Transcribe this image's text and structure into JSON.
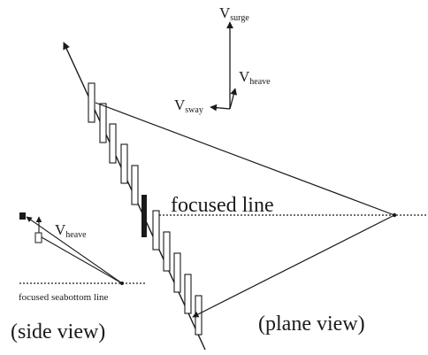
{
  "labels": {
    "v_surge_main": "V",
    "v_surge_sub": "surge",
    "v_heave_main": "V",
    "v_heave_sub": "heave",
    "v_sway_main": "V",
    "v_sway_sub": "sway",
    "v_heave_side_main": "V",
    "v_heave_side_sub": "heave",
    "focused_line": "focused line",
    "focused_seabottom": "focused seabottom line",
    "side_view": "(side view)",
    "plane_view": "(plane view)"
  },
  "colors": {
    "ink": "#1a1a1a"
  }
}
